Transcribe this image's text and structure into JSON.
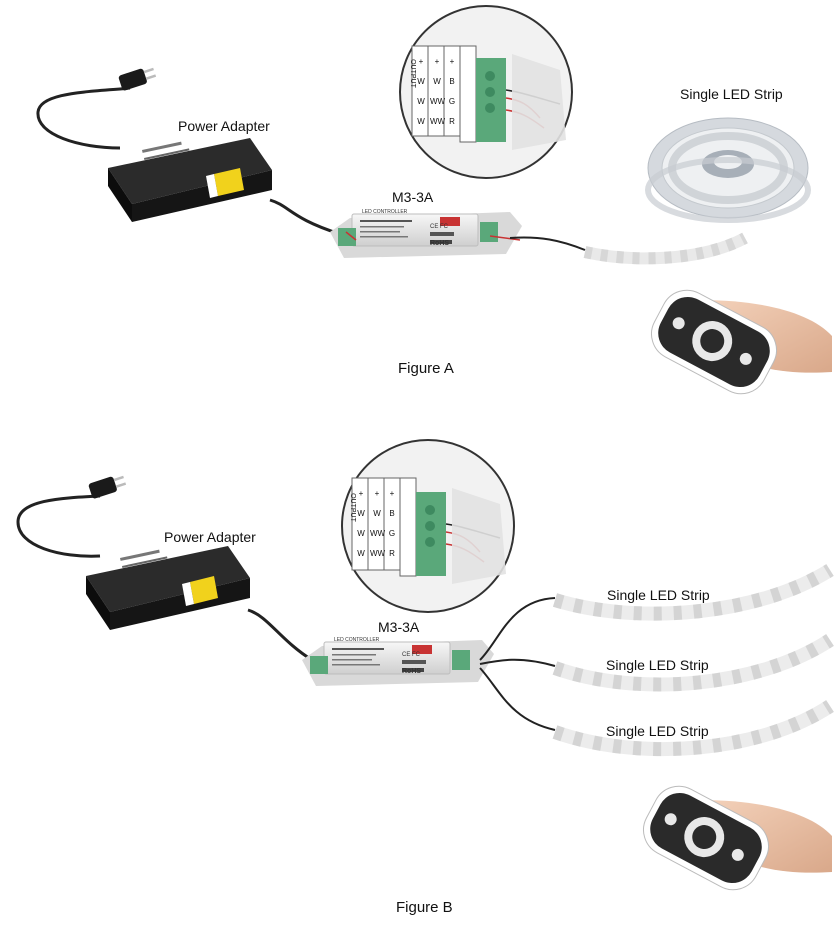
{
  "figure_a": {
    "adapter_label": "Power Adapter",
    "controller_label": "M3-3A",
    "strip_label": "Single LED Strip",
    "caption": "Figure A"
  },
  "figure_b": {
    "adapter_label": "Power Adapter",
    "controller_label": "M3-3A",
    "strip_labels": [
      "Single LED Strip",
      "Single LED Strip",
      "Single LED Strip"
    ],
    "caption": "Figure B"
  },
  "controller_face": {
    "title": "LED CONTROLLER",
    "cert": "CE FC",
    "rohs": "RoHS"
  },
  "terminal_block": {
    "header": "OUTPUT",
    "col1": [
      "+",
      "W",
      "W",
      "W"
    ],
    "col2": [
      "+",
      "W",
      "WW",
      "WW"
    ],
    "col3": [
      "+",
      "B",
      "G",
      "R"
    ]
  },
  "colors": {
    "wire": "#222222",
    "adapter": "#1a1a1a",
    "adapter_label": "#f1d21c",
    "controller": "#e6e6e6",
    "terminal": "#5aa87a",
    "strip": "#eeeeee",
    "led": "#fbfbf2",
    "reel": "#dfe3e8"
  }
}
